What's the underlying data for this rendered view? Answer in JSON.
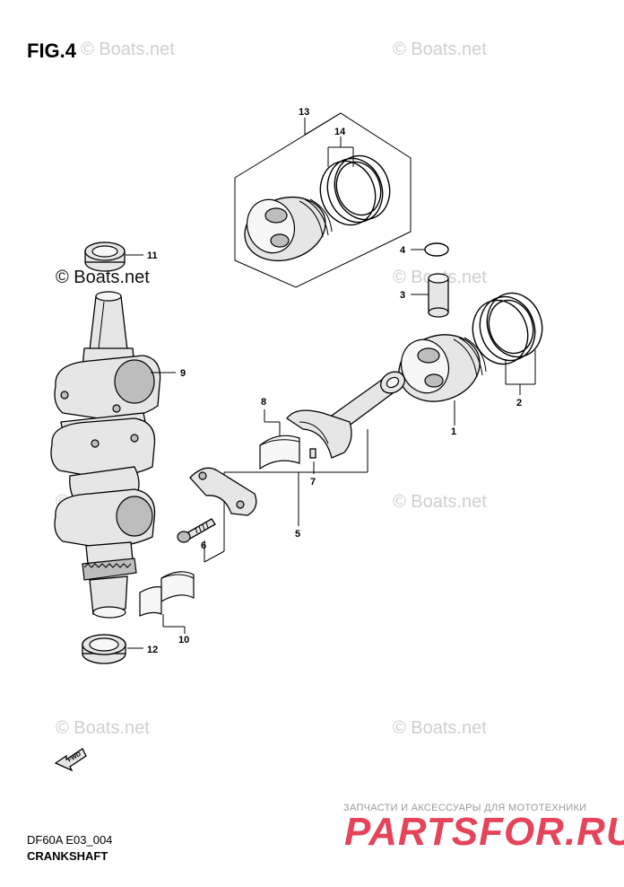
{
  "figure": {
    "title": "FIG.4",
    "code": "DF60A E03_004",
    "caption": "CRANKSHAFT"
  },
  "watermark": {
    "text": "© Boats.net"
  },
  "brand": {
    "subtitle": "ЗАПЧАСТИ И АКСЕССУАРЫ ДЛЯ МОТОТЕХНИКИ",
    "name": "PARTSFOR.RU"
  },
  "fwd_label": "FWD",
  "callouts": {
    "c1": "1",
    "c2": "2",
    "c3": "3",
    "c4": "4",
    "c5": "5",
    "c6": "6",
    "c7": "7",
    "c8": "8",
    "c9": "9",
    "c10": "10",
    "c11": "11",
    "c12": "12",
    "c13": "13",
    "c14": "14"
  }
}
